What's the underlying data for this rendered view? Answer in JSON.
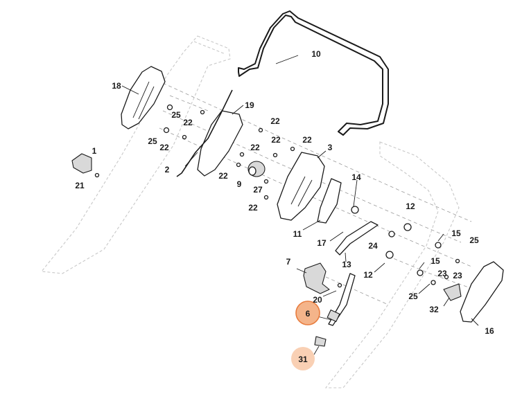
{
  "diagram": {
    "callouts": [
      {
        "id": "c1",
        "label": "1"
      },
      {
        "id": "c2",
        "label": "2"
      },
      {
        "id": "c3",
        "label": "3"
      },
      {
        "id": "c6",
        "label": "6",
        "highlight": "selected"
      },
      {
        "id": "c7",
        "label": "7"
      },
      {
        "id": "c9",
        "label": "9"
      },
      {
        "id": "c10",
        "label": "10"
      },
      {
        "id": "c11",
        "label": "11"
      },
      {
        "id": "c12a",
        "label": "12"
      },
      {
        "id": "c12b",
        "label": "12"
      },
      {
        "id": "c13",
        "label": "13"
      },
      {
        "id": "c14",
        "label": "14"
      },
      {
        "id": "c15a",
        "label": "15"
      },
      {
        "id": "c15b",
        "label": "15"
      },
      {
        "id": "c16",
        "label": "16"
      },
      {
        "id": "c17",
        "label": "17"
      },
      {
        "id": "c18",
        "label": "18"
      },
      {
        "id": "c19",
        "label": "19"
      },
      {
        "id": "c20",
        "label": "20"
      },
      {
        "id": "c21",
        "label": "21"
      },
      {
        "id": "c22a",
        "label": "22"
      },
      {
        "id": "c22b",
        "label": "22"
      },
      {
        "id": "c22c",
        "label": "22"
      },
      {
        "id": "c22d",
        "label": "22"
      },
      {
        "id": "c22e",
        "label": "22"
      },
      {
        "id": "c22f",
        "label": "22"
      },
      {
        "id": "c22g",
        "label": "22"
      },
      {
        "id": "c23a",
        "label": "23"
      },
      {
        "id": "c23b",
        "label": "23"
      },
      {
        "id": "c24",
        "label": "24"
      },
      {
        "id": "c25a",
        "label": "25"
      },
      {
        "id": "c25b",
        "label": "25"
      },
      {
        "id": "c25c",
        "label": "25"
      },
      {
        "id": "c25d",
        "label": "25"
      },
      {
        "id": "c27",
        "label": "27"
      },
      {
        "id": "c31",
        "label": "31",
        "highlight": "secondary"
      },
      {
        "id": "c32",
        "label": "32"
      }
    ],
    "colors": {
      "highlight_fill": "#f4b48a",
      "highlight_stroke": "#e87c3e",
      "secondary_fill": "#f9d0b4",
      "ink": "#1a1a1a",
      "ghost": "#c8c8c8"
    }
  }
}
